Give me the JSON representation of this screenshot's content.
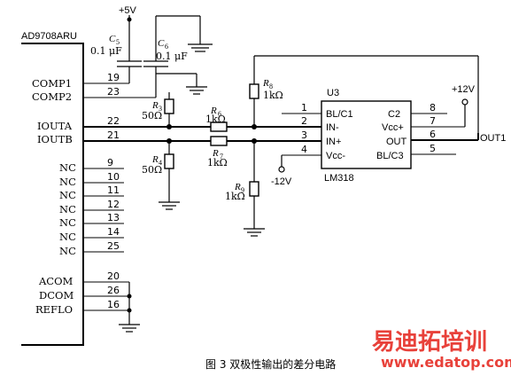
{
  "ic_ad9708": {
    "name": "AD9708ARU",
    "left_pins": [
      {
        "label": "COMP1",
        "num": "19"
      },
      {
        "label": "COMP2",
        "num": "23"
      },
      {
        "label": "IOUTA",
        "num": "22"
      },
      {
        "label": "IOUTB",
        "num": "21"
      },
      {
        "label": "NC",
        "num": "9"
      },
      {
        "label": "NC",
        "num": "10"
      },
      {
        "label": "NC",
        "num": "11"
      },
      {
        "label": "NC",
        "num": "12"
      },
      {
        "label": "NC",
        "num": "13"
      },
      {
        "label": "NC",
        "num": "14"
      },
      {
        "label": "NC",
        "num": "25"
      },
      {
        "label": "ACOM",
        "num": "20"
      },
      {
        "label": "DCOM",
        "num": "26"
      },
      {
        "label": "REFLO",
        "num": "16"
      }
    ]
  },
  "ic_lm318": {
    "ref": "U3",
    "part": "LM318",
    "left_pins": [
      {
        "num": "1",
        "label": "BL/C1"
      },
      {
        "num": "2",
        "label": "IN-"
      },
      {
        "num": "3",
        "label": "IN+"
      },
      {
        "num": "4",
        "label": "Vcc-"
      }
    ],
    "right_pins": [
      {
        "num": "8",
        "label": "C2"
      },
      {
        "num": "7",
        "label": "Vcc+"
      },
      {
        "num": "6",
        "label": "OUT"
      },
      {
        "num": "5",
        "label": "BL/C3"
      }
    ]
  },
  "components": {
    "c5": {
      "letter": "C",
      "sub": "5",
      "value": "0.1 μF"
    },
    "c6": {
      "letter": "C",
      "sub": "6",
      "value": "0.1 μF"
    },
    "r3": {
      "letter": "R",
      "sub": "3",
      "value": "50Ω"
    },
    "r4": {
      "letter": "R",
      "sub": "4",
      "value": "50Ω"
    },
    "r6": {
      "letter": "R",
      "sub": "6",
      "value": "1kΩ"
    },
    "r7": {
      "letter": "R",
      "sub": "7",
      "value": "1kΩ"
    },
    "r8": {
      "letter": "R",
      "sub": "8",
      "value": "1kΩ"
    },
    "r9": {
      "letter": "R",
      "sub": "9",
      "value": "1kΩ"
    }
  },
  "rails": {
    "vplus5": "+5V",
    "vplus12": "+12V",
    "vminus12": "-12V",
    "output": "OUT1"
  },
  "caption": "图 3   双极性输出的差分电路",
  "watermark": {
    "text": "易迪拓培训",
    "url": "www.edatop.com"
  },
  "colors": {
    "line": "#000000",
    "watermark": "#e8413a"
  }
}
